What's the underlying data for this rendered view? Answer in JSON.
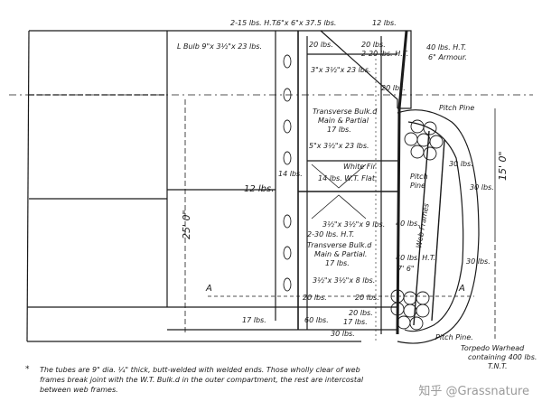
{
  "labels": {
    "top_ht": "2-15 lbs. H.T.",
    "top_angle": "6\"x 6\"x 37.5 lbs.",
    "top_12": "12 lbs.",
    "l_bulb": "L Bulb 9\"x 3½\"x 23 lbs.",
    "p20a": "20 lbs.",
    "p20b": "20 lbs.",
    "ht_2_20": "2-20 lbs. H.T.",
    "ht_40": "40 lbs. H.T.",
    "armour": "6\" Armour.",
    "angle_3x3": "3\"x 3½\"x 23 lbs.",
    "p20c": "20 lbs.",
    "pitch_pine_top": "Pitch Pine",
    "tb_line1": "Transverse Bulk.d",
    "tb_line2": "Main & Partial",
    "tb_line3": "17 lbs.",
    "angle_5x3": "5\"x 3½\"x 23 lbs.",
    "white_fir": "White Fir",
    "wt_flat": "14 lbs. W.T. Flat.",
    "p14": "14 lbs.",
    "p12_left": "12 lbs.",
    "pitch_pine_mid": "Pitch",
    "pitch_pine_mid2": "Pine",
    "p30a": "30 lbs.",
    "p30b": "30 lbs.",
    "angle_3x3b": "3½\"x 3½\"x 9 lbs.",
    "ht_2_30": "2-30 lbs. H.T.",
    "tb2_line1": "Transverse Bulk.d",
    "tb2_line2": "Main & Partial.",
    "tb2_line3": "17 lbs.",
    "p40a": "40 lbs.",
    "p40ht": "40 lbs. H.T.",
    "web_frames": "Web Frames",
    "dim_7_6": "7' 6\"",
    "p30c": "30 lbs.",
    "angle_3x3c": "3½\"x 3½\"x 8 lbs.",
    "p20d": "20 lbs.",
    "p20e": "20 lbs.",
    "p17a": "17 lbs.",
    "p60": "60 lbs.",
    "p20f": "20 lbs.",
    "p17b": "17 lbs.",
    "p30d": "30 lbs.",
    "pitch_pine_bot": "Pitch Pine.",
    "torpedo1": "Torpedo Warhead",
    "torpedo2": "containing 400 lbs.",
    "torpedo3": "T.N.T.",
    "dim_25": "25' 0\"",
    "dim_15": "15' 0\"",
    "section_a1": "A",
    "section_a2": "A"
  },
  "footnote": {
    "marker": "*",
    "text": "The tubes are 9\" dia. ¼\" thick, butt-welded with welded ends. Those wholly clear of web frames break joint with the W.T. Bulk.d in the outer compartment, the rest are intercostal between web frames."
  },
  "watermark": "知乎 @Grassnature"
}
